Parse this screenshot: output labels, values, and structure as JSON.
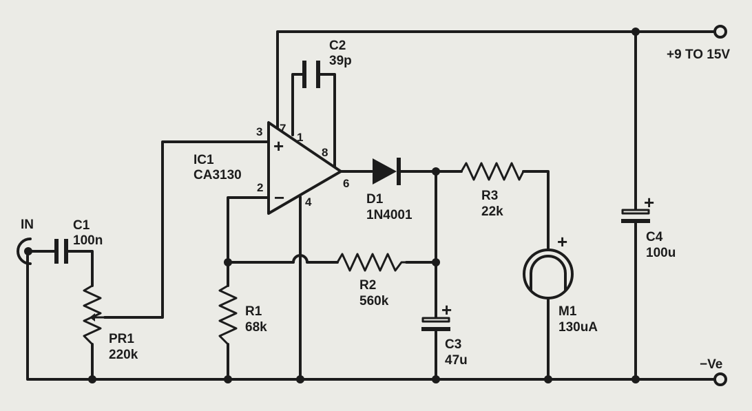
{
  "supply": {
    "positive": "+9 TO 15V",
    "negative": "−Ve"
  },
  "input": {
    "label": "IN"
  },
  "components": {
    "C1": {
      "ref": "C1",
      "value": "100n"
    },
    "PR1": {
      "ref": "PR1",
      "value": "220k"
    },
    "IC1": {
      "ref": "IC1",
      "value": "CA3130"
    },
    "C2": {
      "ref": "C2",
      "value": "39p"
    },
    "D1": {
      "ref": "D1",
      "value": "1N4001"
    },
    "R1": {
      "ref": "R1",
      "value": "68k"
    },
    "R2": {
      "ref": "R2",
      "value": "560k"
    },
    "R3": {
      "ref": "R3",
      "value": "22k"
    },
    "C3": {
      "ref": "C3",
      "value": "47u"
    },
    "M1": {
      "ref": "M1",
      "value": "130uA"
    },
    "C4": {
      "ref": "C4",
      "value": "100u"
    }
  },
  "ic_pins": {
    "p1": "1",
    "p2": "2",
    "p3": "3",
    "p4": "4",
    "p6": "6",
    "p7": "7",
    "p8": "8"
  },
  "polarity": {
    "plus": "+",
    "minus": "−"
  },
  "colors": {
    "ink": "#1c1c1c",
    "paper": "#ebebe6"
  }
}
